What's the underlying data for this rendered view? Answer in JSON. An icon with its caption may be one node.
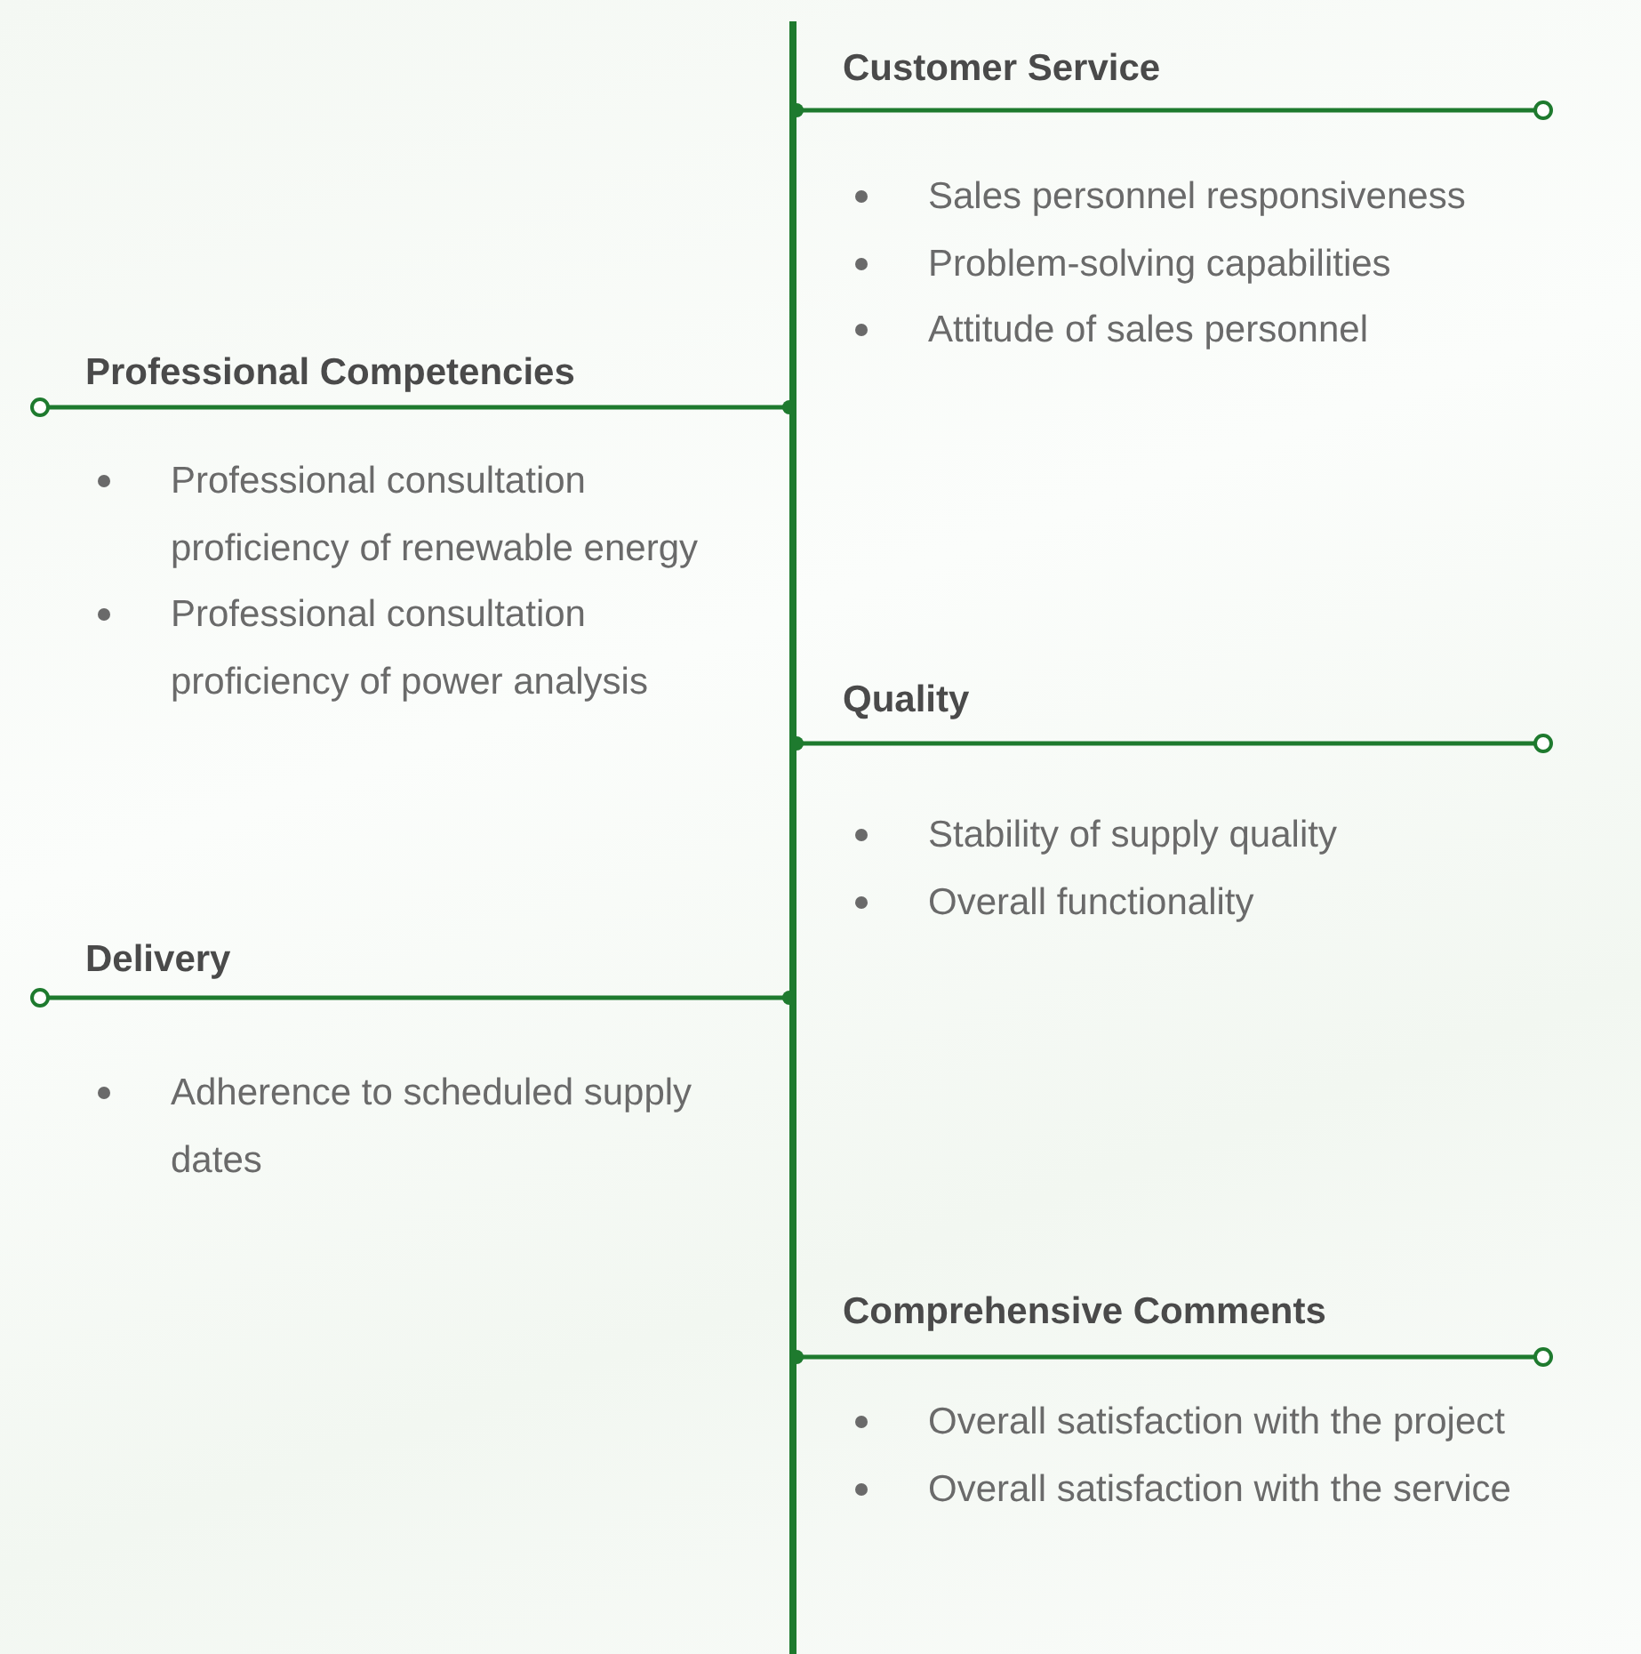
{
  "diagram": {
    "nodes": [
      {
        "text": [],
        "shape": "bar"
      },
      {
        "text": [
          "Customer Service",
          "Sales personnel responsiveness",
          "Problem-solving capabilities",
          "Attitude of sales personnel"
        ]
      },
      {
        "text": [
          "Professional Competencies",
          "Professional consultation proficiency of renewable energy",
          "Professional consultation proficiency of power analysis"
        ]
      },
      {
        "text": [
          "Quality",
          "Stability of supply quality",
          "Overall functionality"
        ]
      },
      {
        "text": [
          "Delivery",
          "Adherence to scheduled supply dates"
        ]
      },
      {
        "text": [
          "Comprehensive Comments",
          "Overall satisfaction with the project",
          "Overall satisfaction with the service"
        ]
      }
    ],
    "edges": [
      {
        "from": 0,
        "to": 1,
        "arrow": "other"
      },
      {
        "from": 0,
        "to": 2,
        "arrow": "other"
      },
      {
        "from": 0,
        "to": 3,
        "arrow": "other"
      },
      {
        "from": 0,
        "to": 4,
        "arrow": "other"
      },
      {
        "from": 0,
        "to": 5,
        "arrow": "other"
      }
    ]
  }
}
